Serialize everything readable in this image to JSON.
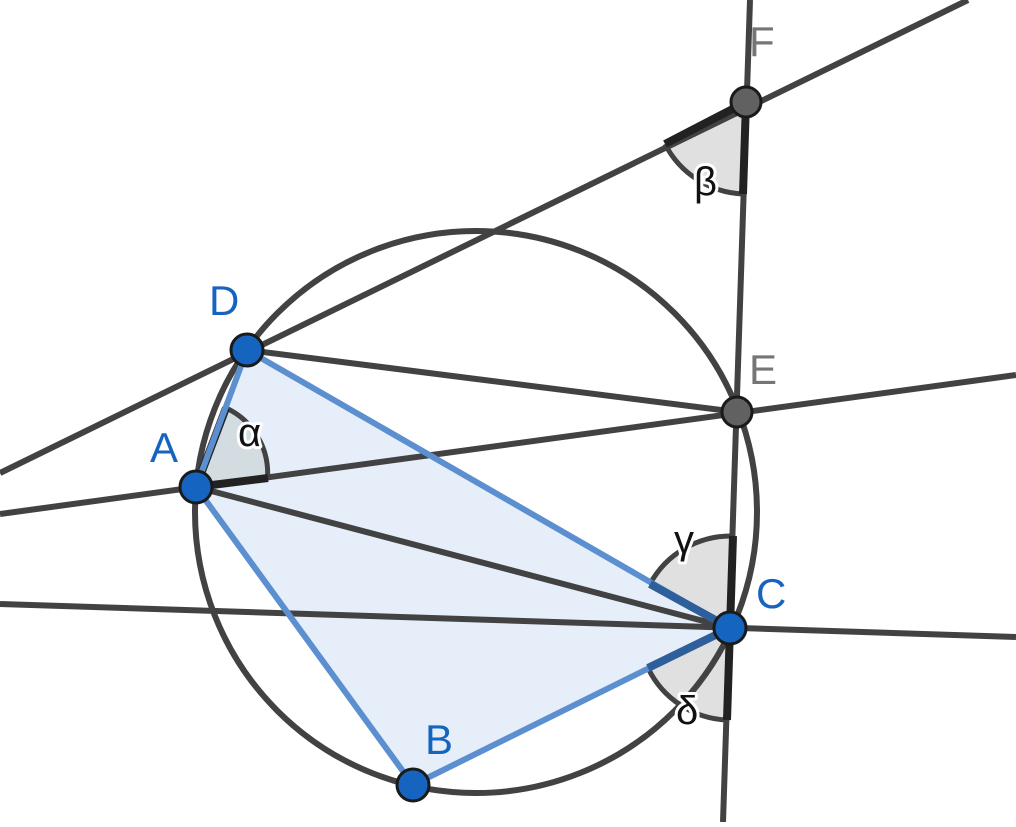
{
  "points": {
    "A": {
      "label": "A"
    },
    "B": {
      "label": "B"
    },
    "C": {
      "label": "C"
    },
    "D": {
      "label": "D"
    },
    "E": {
      "label": "E"
    },
    "F": {
      "label": "F"
    }
  },
  "angles": {
    "alpha": {
      "label": "α"
    },
    "beta": {
      "label": "β"
    },
    "gamma": {
      "label": "γ"
    },
    "delta": {
      "label": "δ"
    }
  },
  "colors": {
    "primary_point": "#1565c0",
    "secondary_point": "#616161",
    "line": "#424242",
    "polygon_edge": "#5b8fd0",
    "polygon_fill": "#e6eef9",
    "angle_fill": "#cfd8dc",
    "label_blue": "#1565c0",
    "label_gray": "#757575"
  }
}
